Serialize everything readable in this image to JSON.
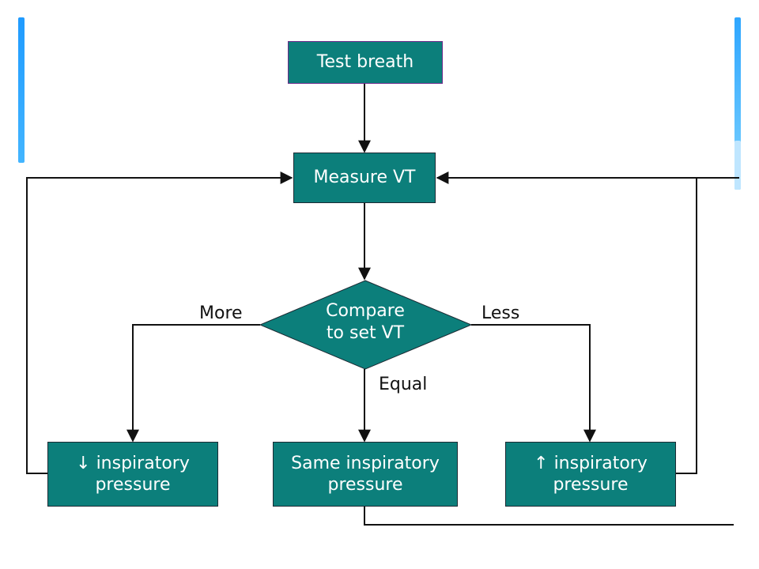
{
  "colors": {
    "node_fill": "#0c7f7b",
    "node_border": "#1c2a33",
    "start_border": "#6a2a8a",
    "line": "#111111",
    "accent": "#1f9bff"
  },
  "nodes": {
    "test_breath": "Test breath",
    "measure": "Measure VT",
    "compare": "Compare\nto set VT",
    "decrease": "↓ inspiratory\npressure",
    "same": "Same inspiratory\npressure",
    "increase": "↑ inspiratory\npressure"
  },
  "edges": {
    "more": "More",
    "less": "Less",
    "equal": "Equal"
  }
}
